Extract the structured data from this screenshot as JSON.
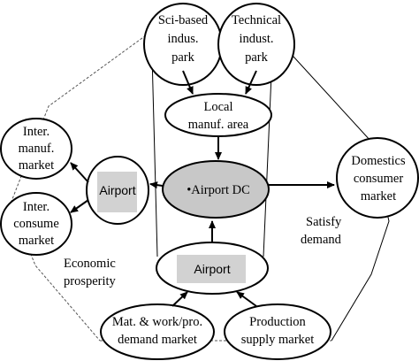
{
  "nodes": {
    "sci_park": [
      "Sci-based",
      "indus.",
      "park"
    ],
    "tech_park": [
      "Technical",
      "indust.",
      "park"
    ],
    "local_manuf": [
      "Local",
      "manuf. area"
    ],
    "airport_dc": "•Airport DC",
    "inter_manuf": [
      "Inter.",
      "manuf.",
      "market"
    ],
    "inter_consume": [
      "Inter.",
      "consume",
      "market"
    ],
    "airport_left": "Airport",
    "airport_bottom": "Airport",
    "domestics": [
      "Domestics",
      "consumer",
      "market"
    ],
    "mat_market": [
      "Mat. & work/pro.",
      "demand market"
    ],
    "production": [
      "Production",
      "supply market"
    ]
  },
  "labels": {
    "satisfy": [
      "Satisfy",
      "demand"
    ],
    "economic": [
      "Economic",
      "prosperity"
    ]
  },
  "colors": {
    "airport_dc_fill": "#c8c8c8",
    "airport_box_fill": "#d2d2d2",
    "stroke": "#000000",
    "dashed": "#555555"
  }
}
